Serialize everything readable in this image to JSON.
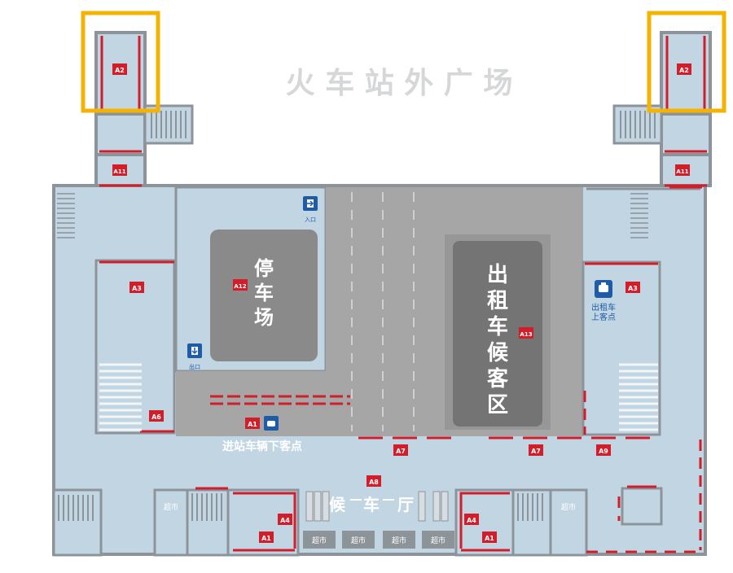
{
  "plaza_title": "火 车 站 外 广 场",
  "parking": {
    "label_chars": [
      "停",
      "车",
      "场"
    ]
  },
  "taxi_wait": {
    "label_chars": [
      "出",
      "租",
      "车",
      "候",
      "客",
      "区"
    ]
  },
  "entry_label": "入口",
  "exit_label": "出口",
  "dropoff_label": "进站车辆下客点",
  "taxi_pickup_label": "出租车\n上客点",
  "waiting_hall_chars": [
    "候",
    "车",
    "厅"
  ],
  "supermarket_label": "超市",
  "markers": {
    "a2_left": "A2",
    "a2_right": "A2",
    "a11_left": "A11",
    "a11_right": "A11",
    "a3_left": "A3",
    "a3_right": "A3",
    "a12": "A12",
    "a13": "A13",
    "a6": "A6",
    "a1_dropoff": "A1",
    "a7_mid": "A7",
    "a7_right": "A7",
    "a9": "A9",
    "a8": "A8",
    "a4_left": "A4",
    "a4_right": "A4",
    "a1_bottom_left": "A1",
    "a1_bottom_right": "A1"
  },
  "colors": {
    "floor": "#c2d5e3",
    "wall": "#8d9499",
    "red": "#d21e2b",
    "highlight": "#f5b301",
    "parking": "#8a8a8a",
    "road": "#a6a6a6",
    "icon_blue": "#1f5ca8"
  }
}
